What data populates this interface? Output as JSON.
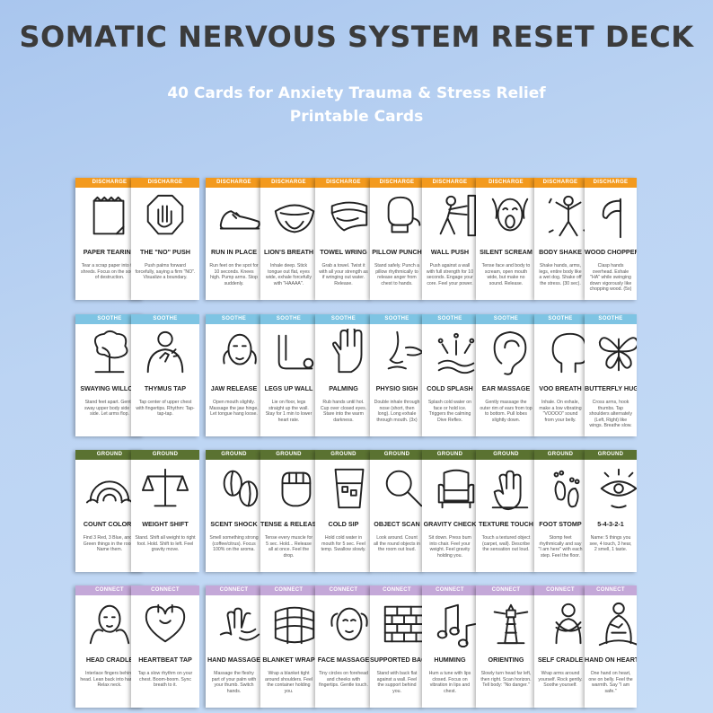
{
  "header": {
    "title": "SOMATIC NERVOUS SYSTEM RESET DECK",
    "subtitle_line1": "40 Cards for Anxiety Trauma & Stress Relief",
    "subtitle_line2": "Printable Cards"
  },
  "rows": [
    {
      "category": "DISCHARGE",
      "color": "#f39a1e",
      "cards": [
        {
          "icon": "paper-icon",
          "name": "PAPER TEARING",
          "desc": "Tear a scrap paper into tiny shreds. Focus on the sound of destruction."
        },
        {
          "icon": "stop-hand-icon",
          "name": "THE \"NO\" PUSH",
          "desc": "Push palms forward forcefully, saying a firm \"NO\". Visualize a boundary."
        },
        {
          "icon": "shoe-icon",
          "name": "RUN IN PLACE",
          "desc": "Run feet on the spot for 10 seconds. Knees high. Pump arms. Stop suddenly."
        },
        {
          "icon": "open-mouth-icon",
          "name": "LION'S BREATH",
          "desc": "Inhale deep. Stick tongue out flat, eyes wide, exhale forcefully with \"HAAAA\"."
        },
        {
          "icon": "towel-icon",
          "name": "TOWEL WRING",
          "desc": "Grab a towel. Twist it with all your strength as if wringing out water. Release."
        },
        {
          "icon": "boxing-glove-icon",
          "name": "PILLOW PUNCH",
          "desc": "Stand safely. Punch a pillow rhythmically to release anger from chest to hands."
        },
        {
          "icon": "wall-push-icon",
          "name": "WALL PUSH",
          "desc": "Push against a wall with full strength for 10 seconds. Engage your core. Feel your power."
        },
        {
          "icon": "scream-face-icon",
          "name": "SILENT SCREAM",
          "desc": "Tense face and body to scream, open mouth wide, but make no sound. Release."
        },
        {
          "icon": "shaking-figure-icon",
          "name": "BODY SHAKE",
          "desc": "Shake hands, arms, legs, entire body like a wet dog. Shake off the stress. (30 sec)."
        },
        {
          "icon": "axe-icon",
          "name": "WOOD CHOPPER",
          "desc": "Clasp hands overhead. Exhale \"HA\" while swinging down vigorously like chopping wood. (5x)"
        }
      ]
    },
    {
      "category": "SOOTHE",
      "color": "#7ec4e3",
      "cards": [
        {
          "icon": "tree-icon",
          "name": "SWAYING WILLOW",
          "desc": "Stand feet apart. Gently sway upper body side to side. Let arms flop."
        },
        {
          "icon": "chest-tap-icon",
          "name": "THYMUS TAP",
          "desc": "Tap center of upper chest with fingertips. Rhythm: Tap-tap-tap."
        },
        {
          "icon": "jaw-face-icon",
          "name": "JAW RELEASE",
          "desc": "Open mouth slightly. Massage the jaw hinge. Let tongue hang loose."
        },
        {
          "icon": "legs-up-icon",
          "name": "LEGS UP WALL",
          "desc": "Lie on floor, legs straight up the wall. Stay for 1 min to lower heart rate."
        },
        {
          "icon": "palm-icon",
          "name": "PALMING",
          "desc": "Rub hands until hot. Cup over closed eyes. Stare into the warm darkness."
        },
        {
          "icon": "nose-icon",
          "name": "PHYSIO SIGH",
          "desc": "Double inhale through nose (short, then long). Long exhale through mouth. (3x)"
        },
        {
          "icon": "splash-icon",
          "name": "COLD SPLASH",
          "desc": "Splash cold water on face or hold ice. Triggers the calming Dive Reflex."
        },
        {
          "icon": "ear-icon",
          "name": "EAR MASSAGE",
          "desc": "Gently massage the outer rim of ears from top to bottom. Pull lobes slightly down."
        },
        {
          "icon": "head-profile-icon",
          "name": "VOO BREATH",
          "desc": "Inhale. On exhale, make a low vibrating \"VOOOO\" sound from your belly."
        },
        {
          "icon": "butterfly-icon",
          "name": "BUTTERFLY HUG",
          "desc": "Cross arms, hook thumbs. Tap shoulders alternately (Left, Right) like wings. Breathe slow."
        }
      ]
    },
    {
      "category": "GROUND",
      "color": "#5a7231",
      "cards": [
        {
          "icon": "rainbow-icon",
          "name": "COUNT COLORS",
          "desc": "Find 3 Red, 3 Blue, and 3 Green things in the room. Name them."
        },
        {
          "icon": "scale-icon",
          "name": "WEIGHT SHIFT",
          "desc": "Stand. Shift all weight to right foot. Hold. Shift to left. Feel gravity move."
        },
        {
          "icon": "coffee-bean-icon",
          "name": "SCENT SHOCK",
          "desc": "Smell something strong (coffee/citrus). Focus 100% on the aroma."
        },
        {
          "icon": "fist-icon",
          "name": "TENSE & RELEASE",
          "desc": "Tense every muscle for 5 sec. Hold... Release all at once. Feel the drop."
        },
        {
          "icon": "glass-icon",
          "name": "COLD SIP",
          "desc": "Hold cold water in mouth for 5 sec. Feel temp. Swallow slowly."
        },
        {
          "icon": "magnifier-icon",
          "name": "OBJECT SCAN",
          "desc": "Look around. Count all the round objects in the room out loud."
        },
        {
          "icon": "armchair-icon",
          "name": "GRAVITY CHECK",
          "desc": "Sit down. Press bum into chair. Feel your weight. Feel gravity holding you."
        },
        {
          "icon": "textured-hand-icon",
          "name": "TEXTURE TOUCH",
          "desc": "Touch a textured object (carpet, wall). Describe the sensation out loud."
        },
        {
          "icon": "footprints-icon",
          "name": "FOOT STOMP",
          "desc": "Stomp feet rhythmically and say \"I am here\" with each step. Feel the floor."
        },
        {
          "icon": "senses-icon",
          "name": "5-4-3-2-1",
          "desc": "Name: 5 things you see, 4 touch, 3 hear, 2 smell, 1 taste."
        }
      ]
    },
    {
      "category": "CONNECT",
      "color": "#c4a8d8",
      "cards": [
        {
          "icon": "cradled-head-icon",
          "name": "HEAD CRADLE",
          "desc": "Interlace fingers behind head. Lean back into hands. Relax neck."
        },
        {
          "icon": "heart-icon",
          "name": "HEARTBEAT TAP",
          "desc": "Tap a slow rhythm on your chest. Boom-boom. Sync breath to it."
        },
        {
          "icon": "hand-massage-icon",
          "name": "HAND MASSAGE",
          "desc": "Massage the fleshy part of your palm with your thumb. Switch hands."
        },
        {
          "icon": "blanket-icon",
          "name": "BLANKET WRAP",
          "desc": "Wrap a blanket tight around shoulders. Feel the container holding you."
        },
        {
          "icon": "face-massage-icon",
          "name": "FACE MASSAGE",
          "desc": "Tiny circles on forehead and cheeks with fingertips. Gentle touch."
        },
        {
          "icon": "brick-wall-icon",
          "name": "SUPPORTED BACK",
          "desc": "Stand with back flat against a wall. Feel the support behind you."
        },
        {
          "icon": "music-notes-icon",
          "name": "HUMMING",
          "desc": "Hum a tune with lips closed. Focus on vibration in lips and chest."
        },
        {
          "icon": "lighthouse-icon",
          "name": "ORIENTING",
          "desc": "Slowly turn head far left, then right. Scan horizon. Tell body: \"No danger.\""
        },
        {
          "icon": "self-hug-icon",
          "name": "SELF CRADLE",
          "desc": "Wrap arms around yourself. Rock gently. Soothe yourself."
        },
        {
          "icon": "hand-on-heart-icon",
          "name": "HAND ON HEART",
          "desc": "One hand on heart, one on belly. Feel the warmth. Say \"I am safe.\""
        }
      ]
    }
  ]
}
